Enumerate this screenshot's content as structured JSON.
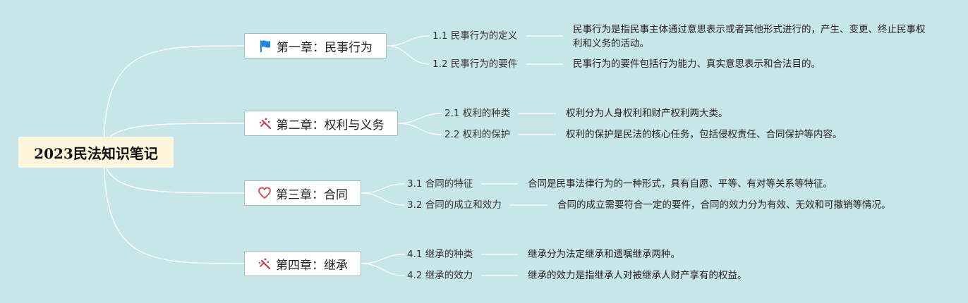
{
  "root": {
    "title": "2023民法知识笔记"
  },
  "chapters": [
    {
      "label": "第一章：民事行为",
      "icon": "flag-icon",
      "subs": [
        {
          "label": "1.1 民事行为的定义",
          "desc": "民事行为是指民事主体通过意思表示或者其他形式进行的，产生、变更、终止民事权利和义务的活动。"
        },
        {
          "label": "1.2 民事行为的要件",
          "desc": "民事行为的要件包括行为能力、真实意思表示和合法目的。"
        }
      ]
    },
    {
      "label": "第二章：权利与义务",
      "icon": "sparkle-icon",
      "subs": [
        {
          "label": "2.1 权利的种类",
          "desc": "权利分为人身权利和财产权利两大类。"
        },
        {
          "label": "2.2 权利的保护",
          "desc": "权利的保护是民法的核心任务，包括侵权责任、合同保护等内容。"
        }
      ]
    },
    {
      "label": "第三章：合同",
      "icon": "heart-icon",
      "subs": [
        {
          "label": "3.1 合同的特征",
          "desc": "合同是民事法律行为的一种形式，具有自愿、平等、有对等关系等特征。"
        },
        {
          "label": "3.2 合同的成立和效力",
          "desc": "合同的成立需要符合一定的要件，合同的效力分为有效、无效和可撤销等情况。"
        }
      ]
    },
    {
      "label": "第四章：继承",
      "icon": "sparkle-icon",
      "subs": [
        {
          "label": "4.1 继承的种类",
          "desc": "继承分为法定继承和遗嘱继承两种。"
        },
        {
          "label": "4.2 继承的效力",
          "desc": "继承的效力是指继承人对被继承人财产享有的权益。"
        }
      ]
    }
  ],
  "colors": {
    "background": "#c8e6e7",
    "root_fill": "#fdf6dc",
    "link": "#ffffff",
    "flag": "#1e88e5",
    "sparkle": "#d32f4f",
    "heart": "#d64545"
  }
}
